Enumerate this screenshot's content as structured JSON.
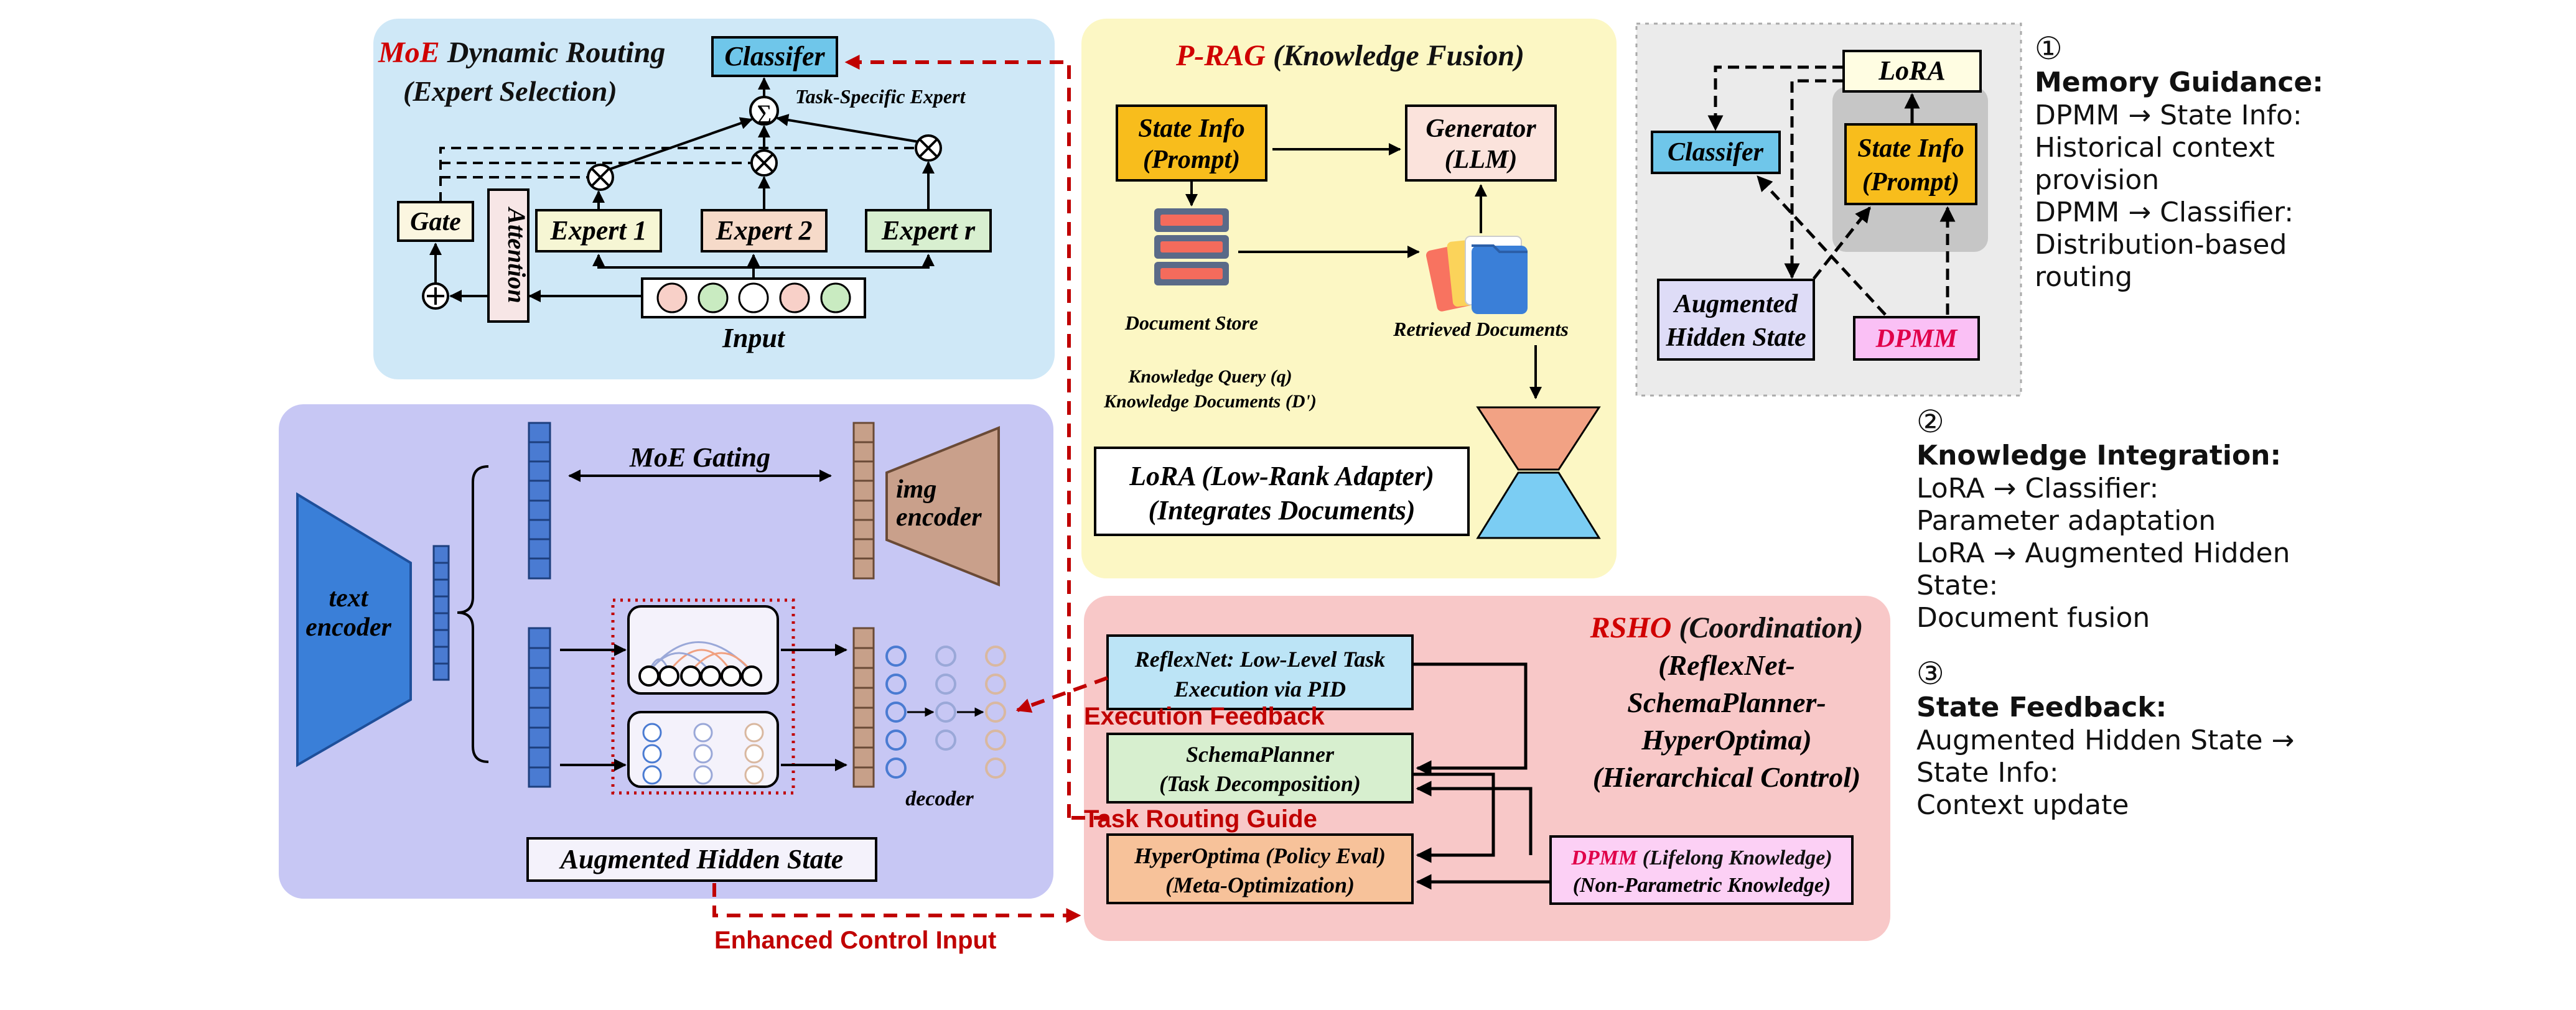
{
  "colors": {
    "moe_panel": "#cfe8f7",
    "prag_panel": "#fcf7c4",
    "ahs_panel": "#c7c7f4",
    "rsho_panel": "#f8c8c8",
    "memory_panel": "#ebebeb",
    "dashed_red": "#c00000",
    "red_title": "#d00000",
    "classifier_fill": "#6fc6ea",
    "state_info_fill": "#f8bd1c",
    "dpmm_fill": "#fac0f5"
  },
  "moe": {
    "title_prefix": "MoE",
    "title_rest": " Dynamic Routing",
    "subtitle": "(Expert Selection)",
    "classifier": "Classifer",
    "sum_symbol": "∑",
    "task_specific": "Task-Specific Expert",
    "gate": "Gate",
    "attention": "Attention",
    "experts": [
      "Expert 1",
      "Expert 2",
      "Expert r"
    ],
    "input": "Input"
  },
  "prag": {
    "title_prefix": "P-RAG",
    "title_rest": " (Knowledge Fusion)",
    "state_info_line1": "State Info",
    "state_info_line2": "(Prompt)",
    "generator_line1": "Generator",
    "generator_line2": "(LLM)",
    "document_store": "Document Store",
    "retrieved_documents": "Retrieved Documents",
    "query_line1": "Knowledge Query (q)",
    "query_line2": "Knowledge Documents (D')",
    "lora_line1": "LoRA (Low-Rank Adapter)",
    "lora_line2": "(Integrates Documents)"
  },
  "ahs": {
    "moe_gating": "MoE Gating",
    "text_encoder_line1": "text",
    "text_encoder_line2": "encoder",
    "img_encoder_line1": "img",
    "img_encoder_line2": "encoder",
    "decoder": "decoder",
    "label": "Augmented Hidden State"
  },
  "rsho": {
    "title_prefix": "RSHO",
    "title_rest": " (Coordination)",
    "title_lines": [
      "(ReflexNet-",
      "SchemaPlanner-",
      "HyperOptima)",
      "(Hierarchical Control)"
    ],
    "reflexnet_line1": "ReflexNet: Low-Level Task",
    "reflexnet_line2": "Execution via PID",
    "schema_line1": "SchemaPlanner",
    "schema_line2": "(Task Decomposition)",
    "hyper_line1": "HyperOptima (Policy Eval)",
    "hyper_line2": "(Meta-Optimization)",
    "dpmm_prefix": "DPMM",
    "dpmm_rest": " (Lifelong Knowledge)",
    "dpmm_line2": "(Non-Parametric Knowledge)"
  },
  "memory": {
    "lora": "LoRA",
    "classifier": "Classifer",
    "state_info_line1": "State Info",
    "state_info_line2": "(Prompt)",
    "aug_line1": "Augmented",
    "aug_line2": "Hidden State",
    "dpmm": "DPMM"
  },
  "flows": {
    "execution_feedback": "Execution Feedback",
    "task_routing_guide": "Task Routing Guide",
    "enhanced_control_input": "Enhanced Control Input"
  },
  "notes": [
    {
      "num": "①",
      "title": "Memory Guidance:",
      "lines": [
        "DPMM → State Info:",
        "Historical context",
        "provision",
        "DPMM → Classifier:",
        "Distribution-based",
        "routing"
      ]
    },
    {
      "num": "②",
      "title": "Knowledge Integration:",
      "lines": [
        "LoRA → Classifier:",
        "Parameter adaptation",
        "LoRA → Augmented Hidden",
        "State:",
        "Document fusion"
      ]
    },
    {
      "num": "③",
      "title": "State Feedback:",
      "lines": [
        "Augmented Hidden State →",
        "State Info:",
        "Context update"
      ]
    }
  ]
}
